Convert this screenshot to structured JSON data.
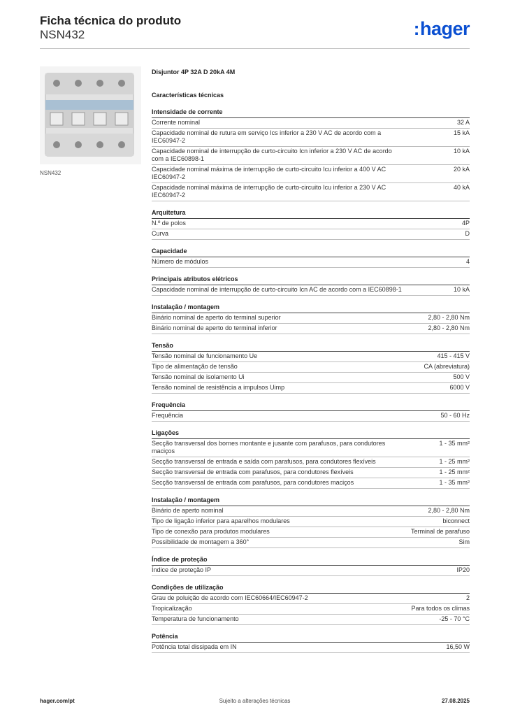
{
  "header": {
    "title": "Ficha técnica do produto",
    "subtitle": "NSN432",
    "logo": "hager",
    "logo_color": "#0a4fd1"
  },
  "product": {
    "caption": "NSN432",
    "name": "Disjuntor 4P 32A D 20kA 4M"
  },
  "section_title": "Características técnicas",
  "groups": [
    {
      "title": "Intensidade de corrente",
      "rows": [
        {
          "label": "Corrente nominal",
          "value": "32 A"
        },
        {
          "label": "Capacidade nominal de rutura em serviço Ics inferior a 230 V AC de acordo com a IEC60947-2",
          "value": "15 kA"
        },
        {
          "label": "Capacidade nominal de interrupção de curto-circuito Icn inferior a 230 V AC de acordo com a IEC60898-1",
          "value": "10 kA"
        },
        {
          "label": "Capacidade nominal máxima de interrupção de curto-circuito Icu inferior a 400 V AC IEC60947-2",
          "value": "20 kA"
        },
        {
          "label": "Capacidade nominal máxima de interrupção de curto-circuito Icu inferior a 230 V AC IEC60947-2",
          "value": "40 kA"
        }
      ]
    },
    {
      "title": "Arquitetura",
      "rows": [
        {
          "label": "N.º de polos",
          "value": "4P"
        },
        {
          "label": "Curva",
          "value": "D"
        }
      ]
    },
    {
      "title": "Capacidade",
      "rows": [
        {
          "label": "Número de módulos",
          "value": "4"
        }
      ]
    },
    {
      "title": "Principais atributos elétricos",
      "rows": [
        {
          "label": "Capacidade nominal de interrupção de curto-circuito Icn AC de acordo com a IEC60898-1",
          "value": "10 kA"
        }
      ]
    },
    {
      "title": "Instalação / montagem",
      "rows": [
        {
          "label": "Binário nominal de aperto do terminal superior",
          "value": "2,80 - 2,80 Nm"
        },
        {
          "label": "Binário nominal de aperto do terminal inferior",
          "value": "2,80 - 2,80 Nm"
        }
      ]
    },
    {
      "title": "Tensão",
      "rows": [
        {
          "label": "Tensão nominal de funcionamento Ue",
          "value": "415 - 415 V"
        },
        {
          "label": "Tipo de alimentação de tensão",
          "value": "CA (abreviatura)"
        },
        {
          "label": "Tensão nominal de isolamento Ui",
          "value": "500 V"
        },
        {
          "label": "Tensão nominal de resistência a impulsos Uimp",
          "value": "6000 V"
        }
      ]
    },
    {
      "title": "Frequência",
      "rows": [
        {
          "label": "Frequência",
          "value": "50 - 60 Hz"
        }
      ]
    },
    {
      "title": "Ligações",
      "rows": [
        {
          "label": "Secção transversal dos bornes montante e jusante com parafusos, para condutores maciços",
          "value": "1 - 35 mm²"
        },
        {
          "label": "Secção transversal de entrada e saída com parafusos, para condutores flexíveis",
          "value": "1 - 25 mm²"
        },
        {
          "label": "Secção transversal de entrada com parafusos, para condutores flexíveis",
          "value": "1 - 25 mm²"
        },
        {
          "label": "Secção transversal de entrada com parafusos, para condutores maciços",
          "value": "1 - 35 mm²"
        }
      ]
    },
    {
      "title": "Instalação / montagem",
      "rows": [
        {
          "label": "Binário de aperto nominal",
          "value": "2,80 - 2,80 Nm"
        },
        {
          "label": "Tipo de ligação inferior para aparelhos modulares",
          "value": "biconnect"
        },
        {
          "label": "Tipo de conexão para produtos modulares",
          "value": "Terminal de parafuso"
        },
        {
          "label": "Possibilidade de montagem a 360°",
          "value": "Sim"
        }
      ]
    },
    {
      "title": "Índice de proteção",
      "rows": [
        {
          "label": "Índice de proteção IP",
          "value": "IP20"
        }
      ]
    },
    {
      "title": "Condições de utilização",
      "rows": [
        {
          "label": "Grau de poluição de acordo com IEC60664/IEC60947-2",
          "value": "2"
        },
        {
          "label": "Tropicalização",
          "value": "Para todos os climas"
        },
        {
          "label": "Temperatura de funcionamento",
          "value": "-25 - 70 °C"
        }
      ]
    },
    {
      "title": "Potência",
      "rows": [
        {
          "label": "Potência total dissipada em IN",
          "value": "16,50 W"
        }
      ]
    }
  ],
  "footer": {
    "left": "hager.com/pt",
    "center": "Sujeito a alterações técnicas",
    "right": "27.08.2025"
  }
}
